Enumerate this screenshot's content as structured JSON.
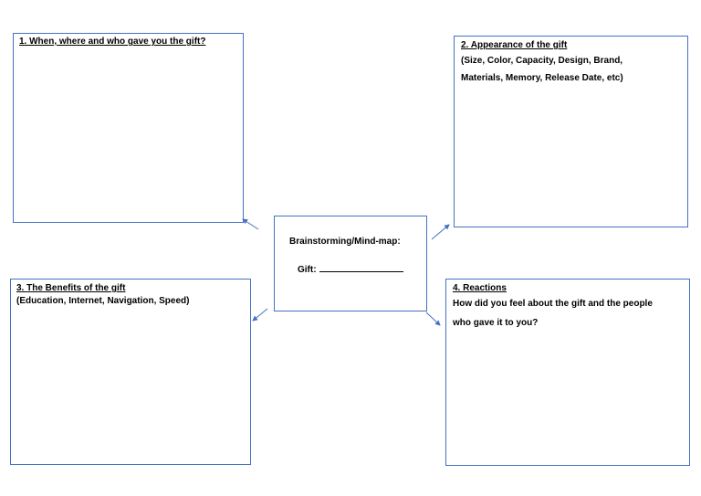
{
  "center": {
    "title": "Brainstorming/Mind-map:",
    "gift_label": "Gift:"
  },
  "boxes": [
    {
      "title": "1. When, where and who gave you the gift?",
      "lines": []
    },
    {
      "title": "2. Appearance of the gift",
      "lines": [
        "(Size, Color, Capacity, Design, Brand,",
        "Materials, Memory, Release Date, etc)"
      ]
    },
    {
      "title": "3. The Benefits of the gift",
      "lines": [
        "(Education, Internet, Navigation, Speed)"
      ]
    },
    {
      "title": "4. Reactions",
      "lines": [
        "How did you feel about the gift and the people",
        "who gave it to you?"
      ]
    }
  ],
  "colors": {
    "border": "#4472c4",
    "arrow": "#4472c4"
  }
}
